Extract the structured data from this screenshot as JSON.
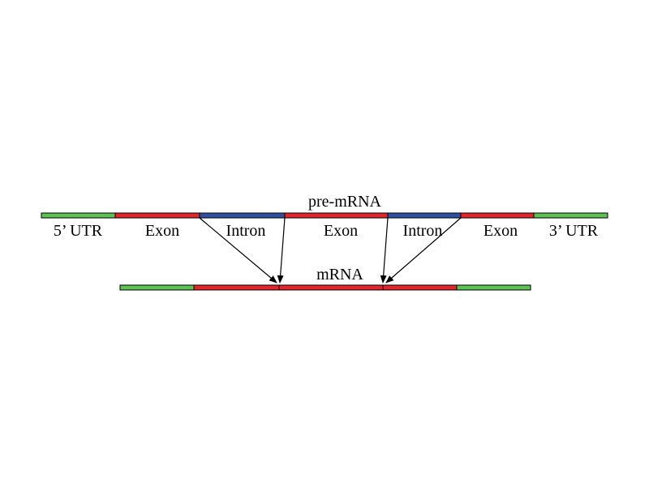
{
  "diagram": {
    "pre_mrna": {
      "label": "pre-mRNA",
      "segments": [
        {
          "type": "utr",
          "label": "5’ UTR"
        },
        {
          "type": "exon",
          "label": "Exon"
        },
        {
          "type": "intron",
          "label": "Intron"
        },
        {
          "type": "exon",
          "label": "Exon"
        },
        {
          "type": "intron",
          "label": "Intron"
        },
        {
          "type": "exon",
          "label": "Exon"
        },
        {
          "type": "utr",
          "label": "3’ UTR"
        }
      ]
    },
    "mrna": {
      "label": "mRNA",
      "segments": [
        {
          "type": "utr"
        },
        {
          "type": "exon"
        },
        {
          "type": "exon"
        },
        {
          "type": "exon"
        },
        {
          "type": "utr"
        }
      ]
    }
  },
  "colors": {
    "utr": "#5cc251",
    "exon": "#e3262d",
    "intron": "#2f4fa0",
    "outline": "#000000",
    "arrow": "#000000"
  }
}
